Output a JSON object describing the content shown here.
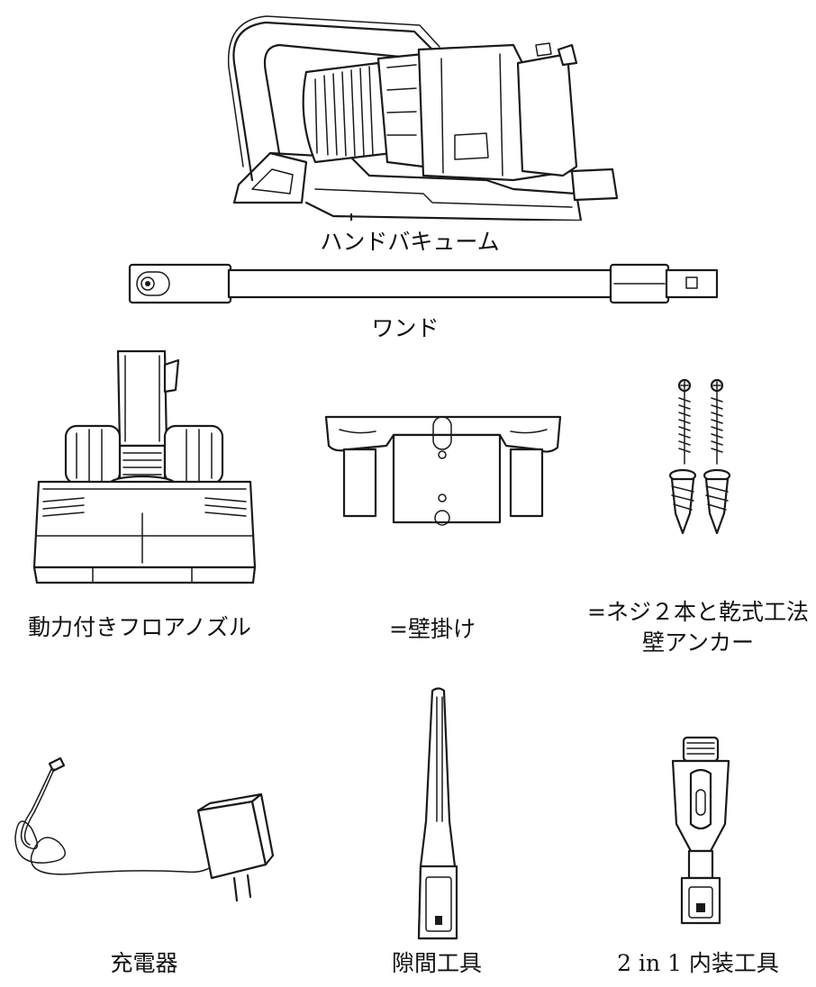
{
  "parts": {
    "hand_vacuum": "ハンドバキューム",
    "wand": "ワンド",
    "floor_nozzle": "動力付きフロアノズル",
    "wall_mount": "=壁掛け",
    "screws_line1": "=ネジ２本と乾式工法",
    "screws_line2": "壁アンカー",
    "charger": "充電器",
    "crevice_tool": "隙間工具",
    "combo_tool": "2 in 1 内装工具"
  }
}
